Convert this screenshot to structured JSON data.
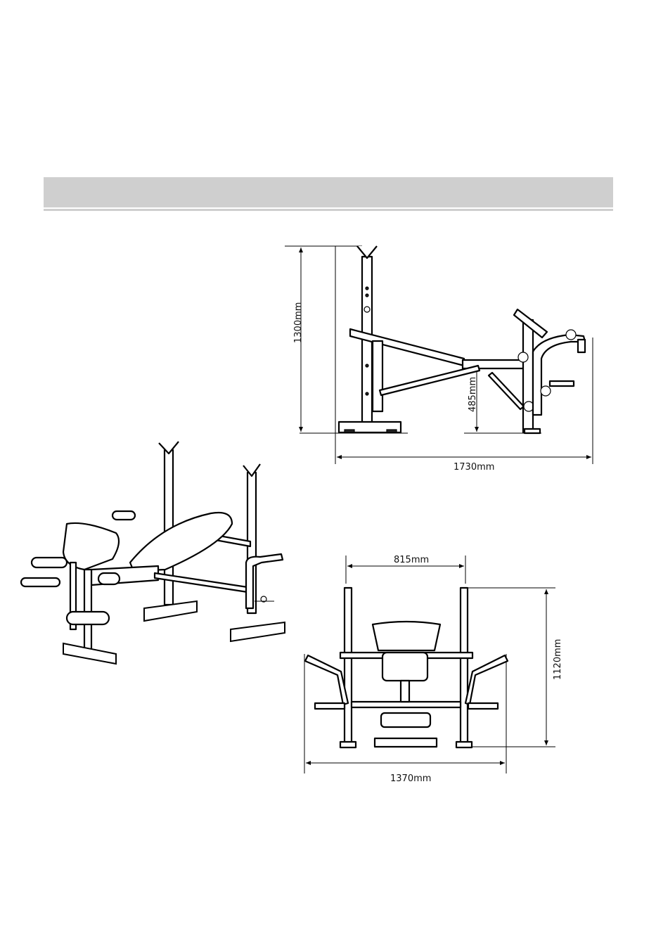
{
  "section": {
    "header_text": ""
  },
  "dimensions": {
    "height": "1300mm",
    "length": "1730mm",
    "seat_height": "485mm",
    "inner_width": "815mm",
    "depth": "1120mm",
    "overall_width": "1370mm"
  }
}
